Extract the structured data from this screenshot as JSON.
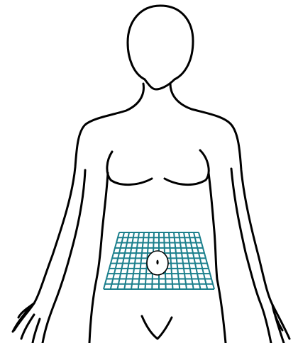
{
  "colors": {
    "background": "#ffffff",
    "outline": "#000000",
    "grid_line": "#1b7f8c"
  },
  "figure": {
    "subject": "female-body-outline-front-view",
    "highlighted_region": "abdomen-grid-band",
    "marker": "navel-oval-marker"
  }
}
